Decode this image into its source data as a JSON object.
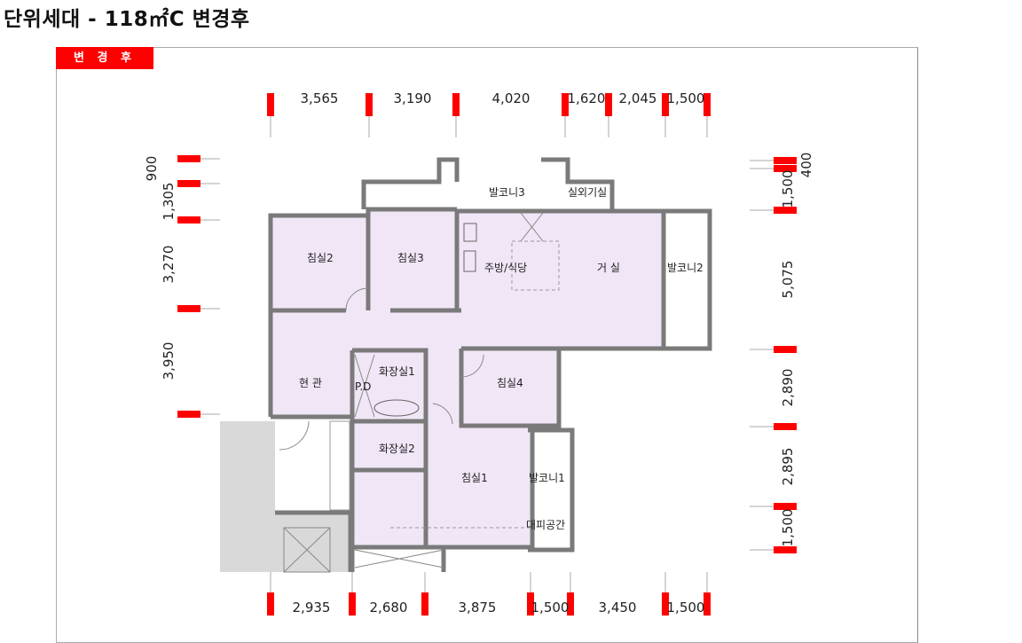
{
  "title": "단위세대 - 118㎡C 변경후",
  "tag": "변 경 후",
  "colors": {
    "marker": "#ff0000",
    "room_fill": "#f1e6f6",
    "wall": "#7a7a7a",
    "exterior": "#d9d9d9"
  },
  "dimensions": {
    "top": [
      "3,565",
      "3,190",
      "4,020",
      "1,620",
      "2,045",
      "1,500"
    ],
    "bottom": [
      "2,935",
      "2,680",
      "3,875",
      "1,500",
      "3,450",
      "1,500"
    ],
    "left": [
      "900",
      "1,305",
      "3,270",
      "3,950"
    ],
    "right": [
      "400",
      "1,500",
      "5,075",
      "2,890",
      "2,895",
      "1,500"
    ]
  },
  "rooms": {
    "bedroom2": "침실2",
    "bedroom3": "침실3",
    "balcony3": "발코니3",
    "outdoor_unit": "실외기실",
    "kitchen": "주방/식당",
    "living": "거 실",
    "balcony2": "발코니2",
    "entrance": "현 관",
    "pd": "P.D",
    "bath1": "화장실1",
    "bath2": "화장실2",
    "bedroom4": "침실4",
    "bedroom1": "침실1",
    "balcony1": "발코니1",
    "shelter": "대피공간"
  }
}
